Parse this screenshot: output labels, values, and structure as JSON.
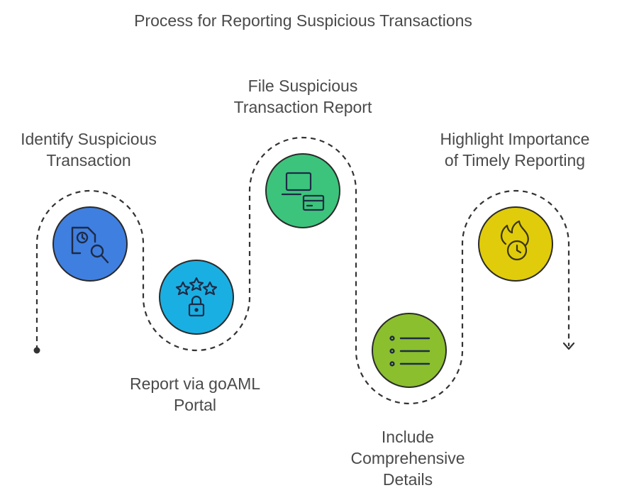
{
  "title": "Process for Reporting Suspicious Transactions",
  "steps": [
    {
      "label": "Identify Suspicious\nTransaction",
      "color": "#3f7fe0",
      "icon": "document-search-clock-icon"
    },
    {
      "label": "Report via goAML\nPortal",
      "color": "#1aafe3",
      "icon": "stars-lock-icon"
    },
    {
      "label": "File Suspicious\nTransaction Report",
      "color": "#3cc47c",
      "icon": "laptop-card-icon"
    },
    {
      "label": "Include\nComprehensive\nDetails",
      "color": "#8bbf2e",
      "icon": "bullet-list-icon"
    },
    {
      "label": "Highlight Importance\nof Timely Reporting",
      "color": "#e0cc0a",
      "icon": "fire-clock-icon"
    }
  ],
  "path_color": "#333333"
}
